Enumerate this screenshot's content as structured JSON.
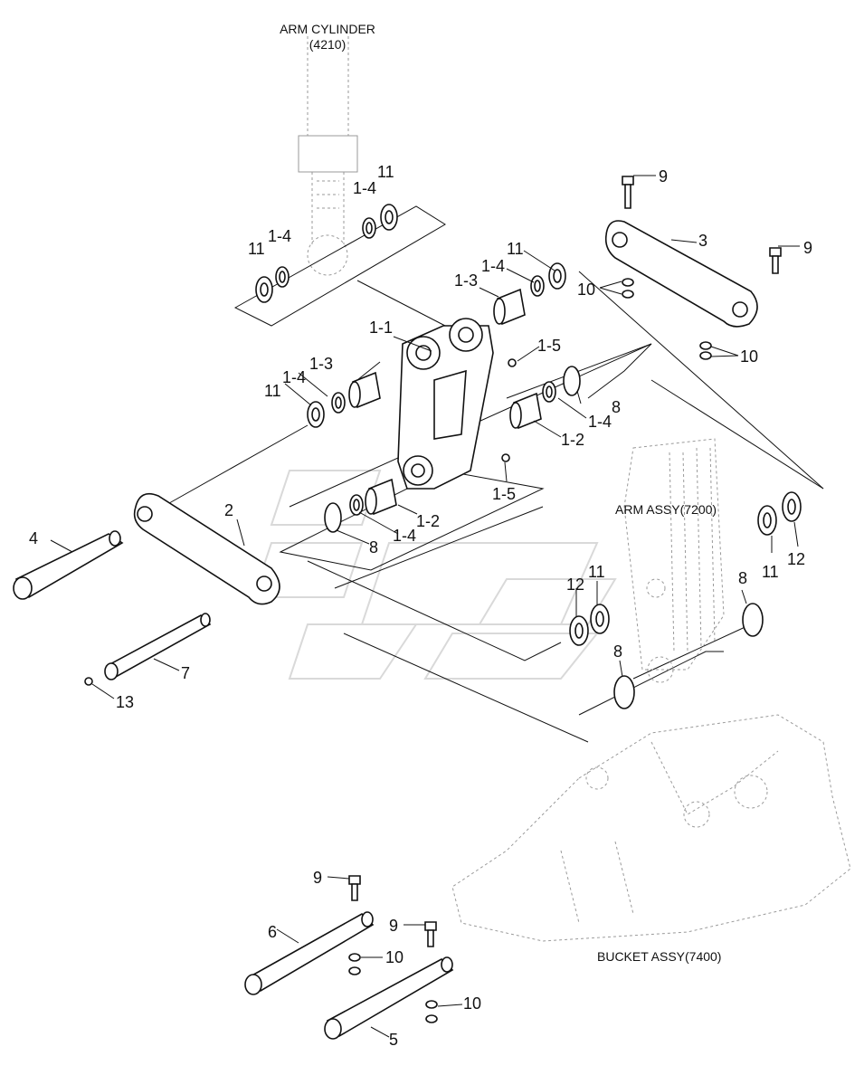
{
  "assemblies": {
    "arm_cylinder_name": "ARM CYLINDER",
    "arm_cylinder_code": "(4210)",
    "arm_assy": "ARM ASSY(7200)",
    "bucket_assy": "BUCKET ASSY(7400)"
  },
  "callouts": {
    "n11": "11",
    "n1_4": "1-4",
    "n1_3": "1-3",
    "n1_1": "1-1",
    "n1_5": "1-5",
    "n1_2": "1-2",
    "n2": "2",
    "n3": "3",
    "n4": "4",
    "n5": "5",
    "n6": "6",
    "n7": "7",
    "n8": "8",
    "n9": "9",
    "n10": "10",
    "n12": "12",
    "n13": "13"
  }
}
